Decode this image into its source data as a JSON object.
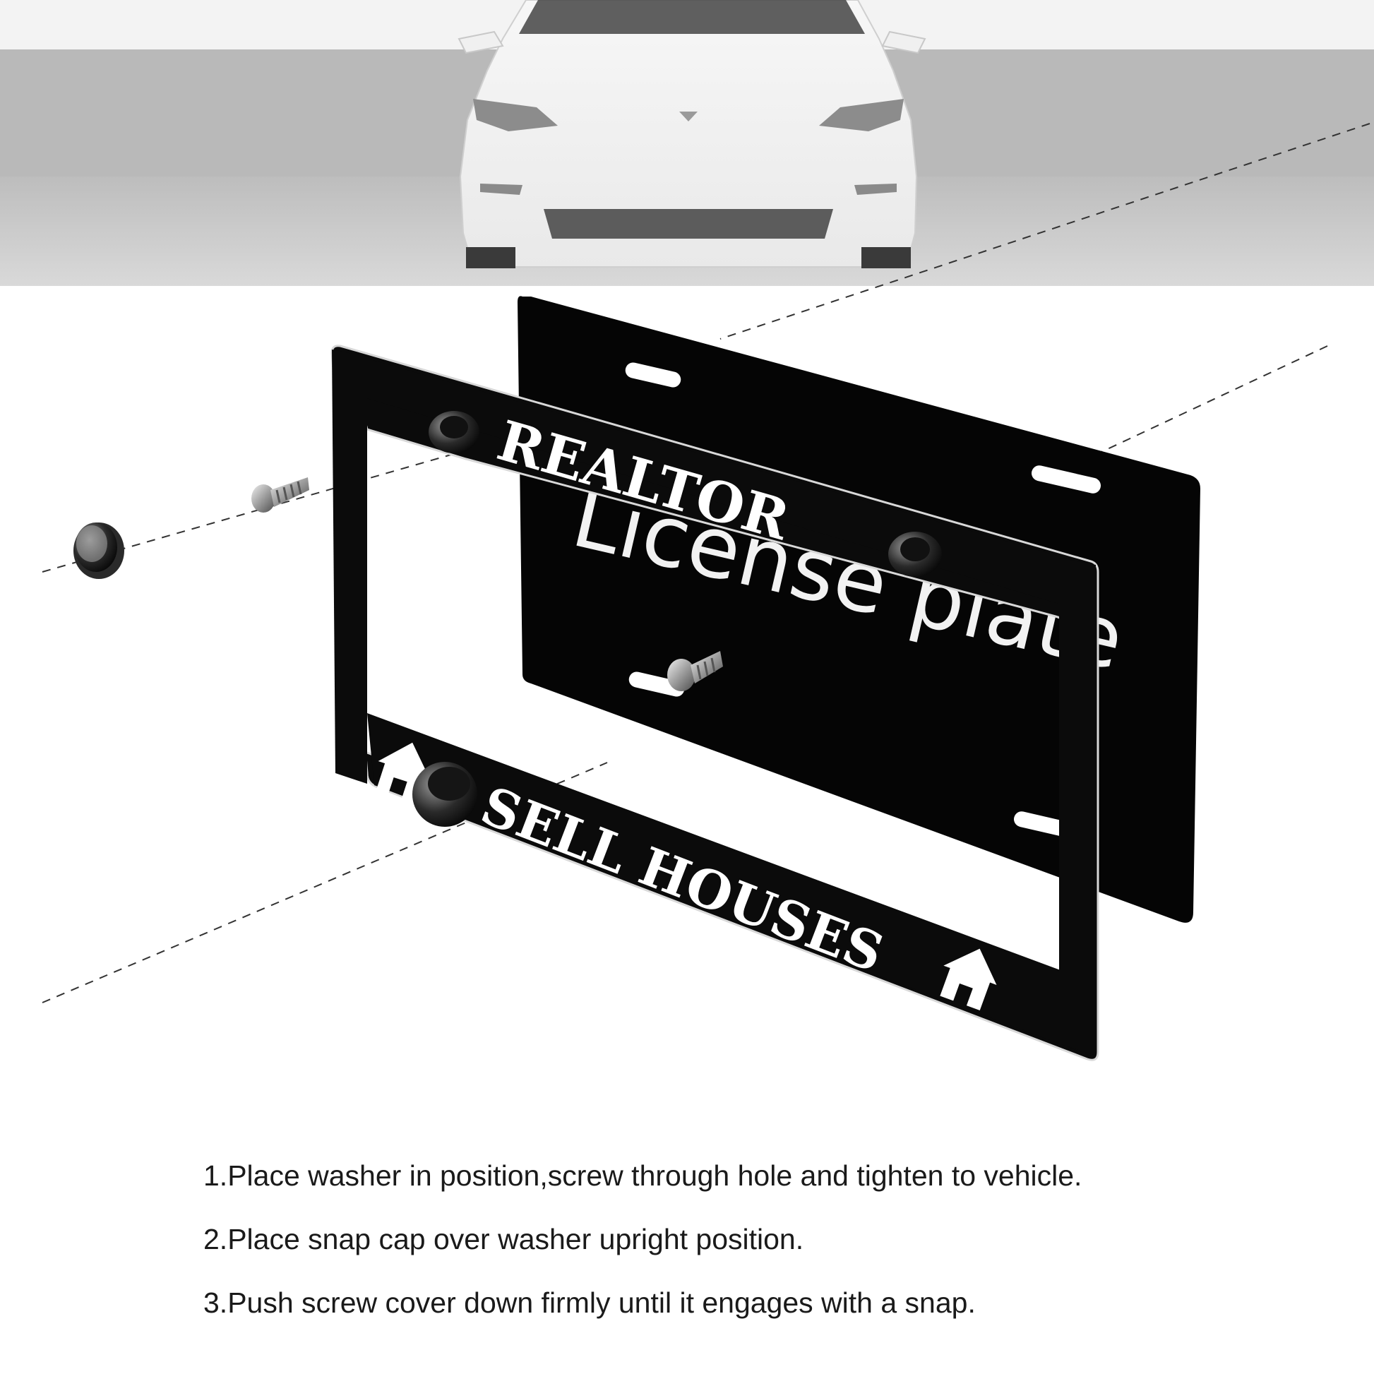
{
  "frame": {
    "top_text": "REALTOR",
    "bottom_text": "I SELL HOUSES"
  },
  "plate": {
    "text": "License plate"
  },
  "instructions": [
    "1.Place washer in position,screw through hole and tighten to vehicle.",
    "2.Place snap cap over washer upright position.",
    "3.Push screw cover down firmly until it engages with a snap."
  ],
  "colors": {
    "frame": "#0b0b0b",
    "plate": "#050505",
    "photo_band": "#d2d2d2",
    "car_body": "#f4f4f4",
    "text": "#1a1a1a"
  }
}
